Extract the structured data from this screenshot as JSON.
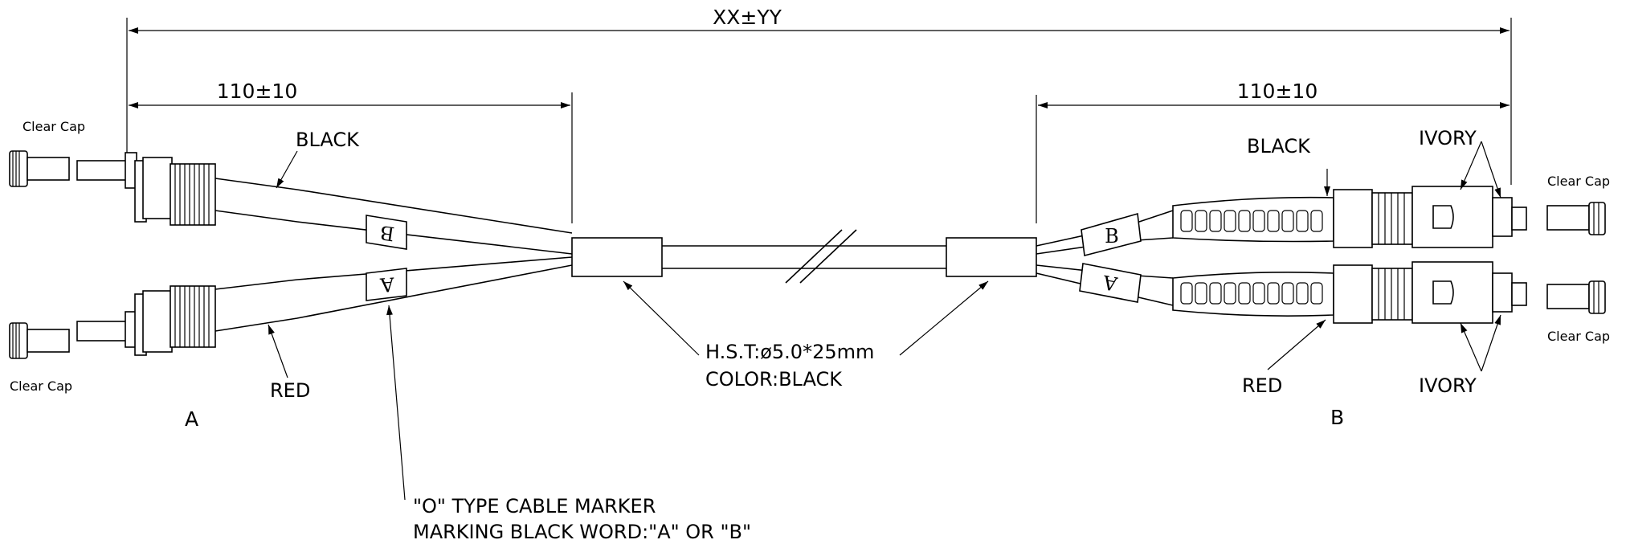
{
  "dimensions": {
    "overall": "XX±YY",
    "left_length": "110±10",
    "right_length": "110±10"
  },
  "labels": {
    "clear_cap_top_left": "Clear Cap",
    "clear_cap_bottom_left": "Clear Cap",
    "clear_cap_top_right": "Clear Cap",
    "clear_cap_bottom_right": "Clear Cap",
    "black_left": "BLACK",
    "red_left": "RED",
    "black_right": "BLACK",
    "red_right": "RED",
    "ivory_top": "IVORY",
    "ivory_bottom": "IVORY",
    "end_a": "A",
    "end_b": "B",
    "marker_b_left": "B",
    "marker_a_left": "A",
    "marker_b_right": "B",
    "marker_a_right": "A"
  },
  "notes": {
    "hst_line1": "H.S.T:ø5.0*25mm",
    "hst_line2": "COLOR:BLACK",
    "marker_line1": "\"O\" TYPE CABLE MARKER",
    "marker_line2": "MARKING BLACK WORD:\"A\" OR \"B\""
  }
}
